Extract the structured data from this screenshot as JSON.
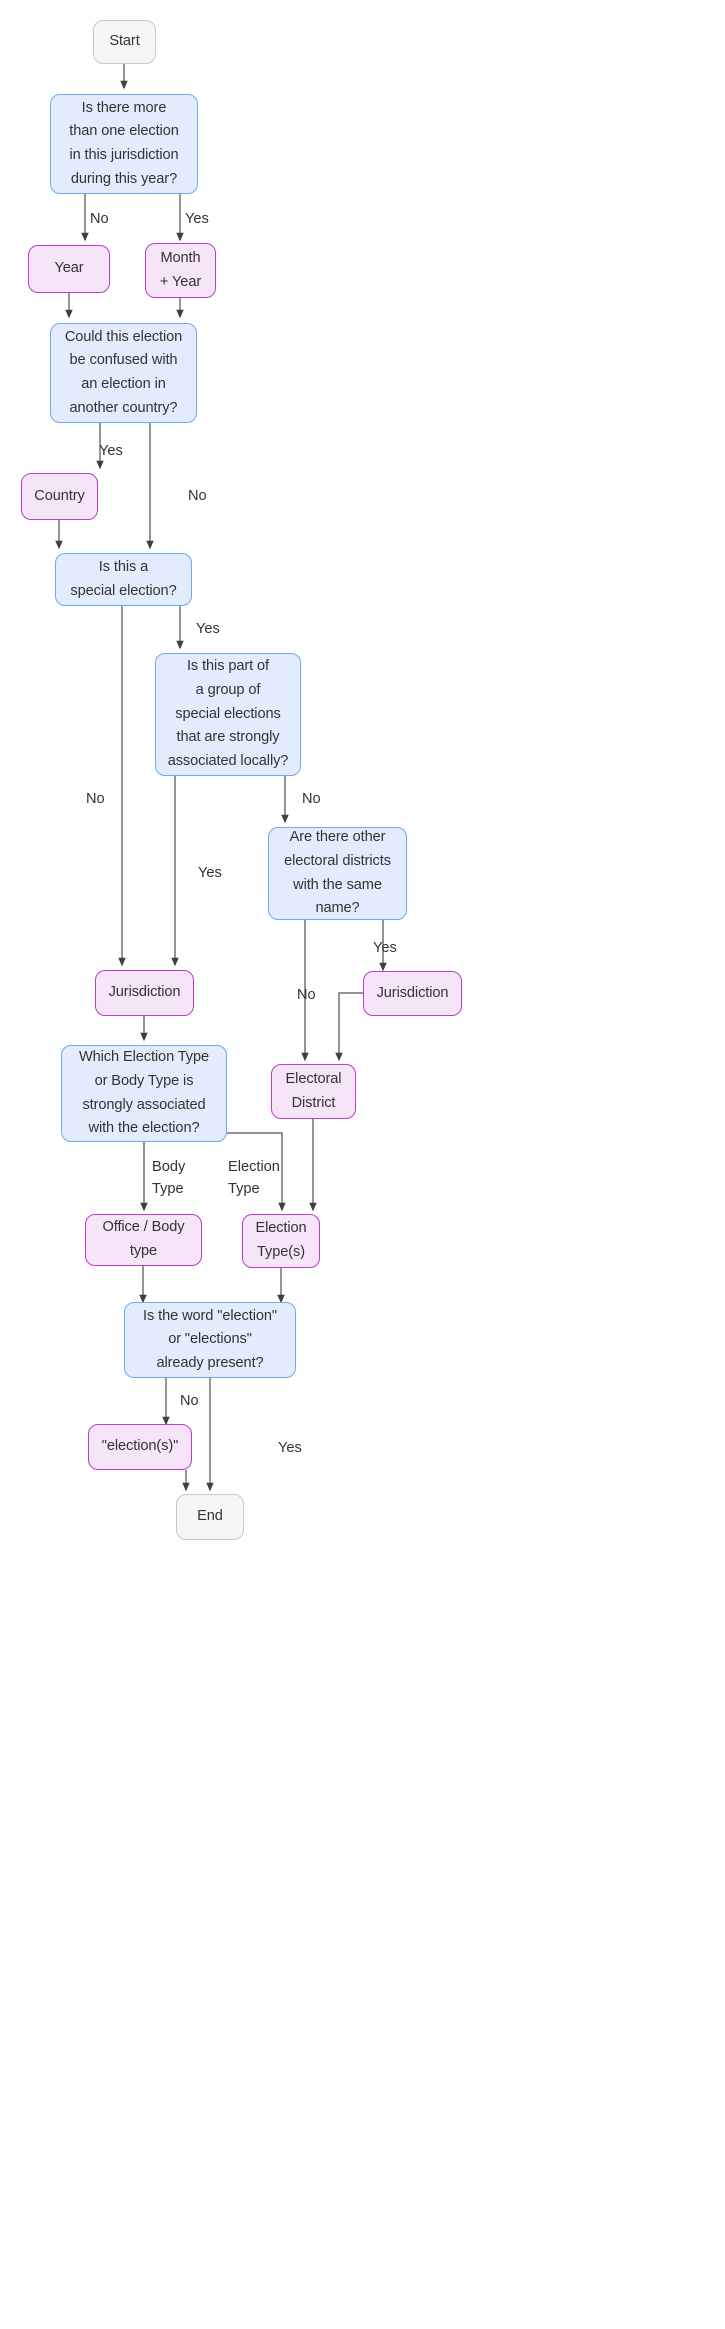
{
  "diagram": {
    "title": "Election naming decision flowchart",
    "colors": {
      "decision_fill": "#e3ecfd",
      "decision_stroke": "#6fa8f5",
      "output_fill": "#f6e4f9",
      "output_stroke": "#b83fc4",
      "terminal_fill": "#f6f6f6",
      "terminal_stroke": "#c9c9c9",
      "edge_stroke": "#555555",
      "text": "#333333",
      "background": "#ffffff"
    },
    "nodes": [
      {
        "id": "start",
        "type": "terminal",
        "label": "Start"
      },
      {
        "id": "q-multiple",
        "type": "decision",
        "label": "Is there more\nthan one election\nin this jurisdiction\nduring this year?"
      },
      {
        "id": "out-year",
        "type": "output",
        "label": "Year"
      },
      {
        "id": "out-month-year",
        "type": "output",
        "label": "Month\n+ Year"
      },
      {
        "id": "q-confused",
        "type": "decision",
        "label": "Could this election\nbe confused with\nan election in\nanother country?"
      },
      {
        "id": "out-country",
        "type": "output",
        "label": "Country"
      },
      {
        "id": "q-special",
        "type": "decision",
        "label": "Is this a\nspecial election?"
      },
      {
        "id": "q-group",
        "type": "decision",
        "label": "Is this part of\na group of\nspecial elections\nthat are strongly\nassociated locally?"
      },
      {
        "id": "q-districts",
        "type": "decision",
        "label": "Are there other\nelectoral districts\nwith the same\nname?"
      },
      {
        "id": "out-jurisdiction-left",
        "type": "output",
        "label": "Jurisdiction"
      },
      {
        "id": "out-jurisdiction-right",
        "type": "output",
        "label": "Jurisdiction"
      },
      {
        "id": "q-which-type",
        "type": "decision",
        "label": "Which Election Type\nor Body Type is\nstrongly associated\nwith the election?"
      },
      {
        "id": "out-electoral-district",
        "type": "output",
        "label": "Electoral\nDistrict"
      },
      {
        "id": "out-office-body",
        "type": "output",
        "label": "Office / Body\ntype"
      },
      {
        "id": "out-election-types",
        "type": "output",
        "label": "Election\nType(s)"
      },
      {
        "id": "q-word-present",
        "type": "decision",
        "label": "Is the word \"election\"\nor \"elections\"\nalready present?"
      },
      {
        "id": "out-elections",
        "type": "output",
        "label": "\"election(s)\""
      },
      {
        "id": "end",
        "type": "terminal",
        "label": "End"
      }
    ],
    "edge_labels": [
      {
        "id": "lbl-no-1",
        "text": "No"
      },
      {
        "id": "lbl-yes-1",
        "text": "Yes"
      },
      {
        "id": "lbl-yes-country",
        "text": "Yes"
      },
      {
        "id": "lbl-no-country",
        "text": "No"
      },
      {
        "id": "lbl-yes-special",
        "text": "Yes"
      },
      {
        "id": "lbl-no-special",
        "text": "No"
      },
      {
        "id": "lbl-no-group",
        "text": "No"
      },
      {
        "id": "lbl-yes-group",
        "text": "Yes"
      },
      {
        "id": "lbl-yes-districts",
        "text": "Yes"
      },
      {
        "id": "lbl-no-districts",
        "text": "No"
      },
      {
        "id": "lbl-body-type",
        "text": "Body\nType"
      },
      {
        "id": "lbl-election-type",
        "text": "Election\nType"
      },
      {
        "id": "lbl-no-word",
        "text": "No"
      },
      {
        "id": "lbl-yes-word",
        "text": "Yes"
      }
    ]
  }
}
